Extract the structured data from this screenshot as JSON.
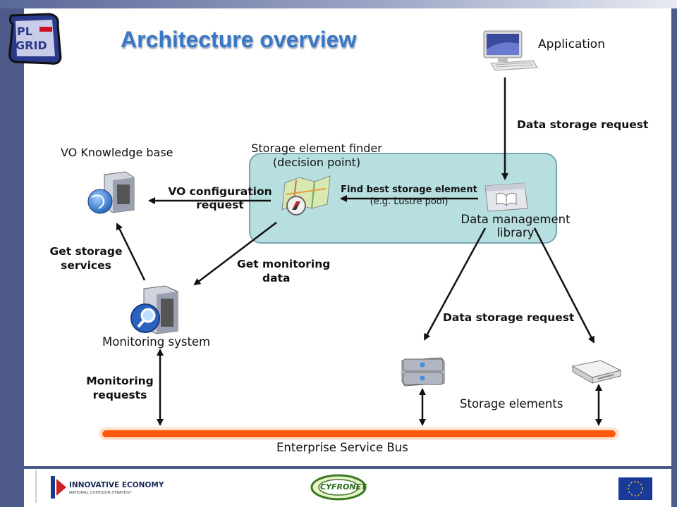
{
  "slide": {
    "title": "Architecture overview",
    "logo": "PL GRID"
  },
  "labels": {
    "application": "Application",
    "data_storage_request_top": "Data storage request",
    "storage_finder_line1": "Storage element finder",
    "storage_finder_line2": "(decision point)",
    "vo_knowledge_base": "VO Knowledge base",
    "vo_config_line1": "VO configuration",
    "vo_config_line2": "request",
    "find_best_line1": "Find best storage element",
    "find_best_line2": "(e.g. Lustre pool)",
    "dml_line1": "Data management",
    "dml_line2": "library",
    "get_storage_line1": "Get storage",
    "get_storage_line2": "services",
    "get_monitoring_line1": "Get monitoring",
    "get_monitoring_line2": "data",
    "monitoring_system": "Monitoring system",
    "data_storage_request_bottom": "Data storage request",
    "monitoring_requests_line1": "Monitoring",
    "monitoring_requests_line2": "requests",
    "storage_elements": "Storage elements",
    "esb": "Enterprise Service Bus"
  },
  "footer": {
    "innovative_economy": "INNOVATIVE ECONOMY",
    "innovative_sub": "NATIONAL COHESION STRATEGY",
    "cyfronet": "CYFRONET"
  },
  "colors": {
    "title": "#3a78c4",
    "decision_box": "#b8dfe0",
    "esb": "#ff6a1a",
    "side_bar": "#4e5a8a"
  },
  "icons": [
    "computer-icon",
    "server-globe-icon",
    "map-compass-icon",
    "book-folder-icon",
    "server-magnifier-icon",
    "disk-array-icon",
    "external-drive-icon",
    "eu-flag-icon"
  ]
}
